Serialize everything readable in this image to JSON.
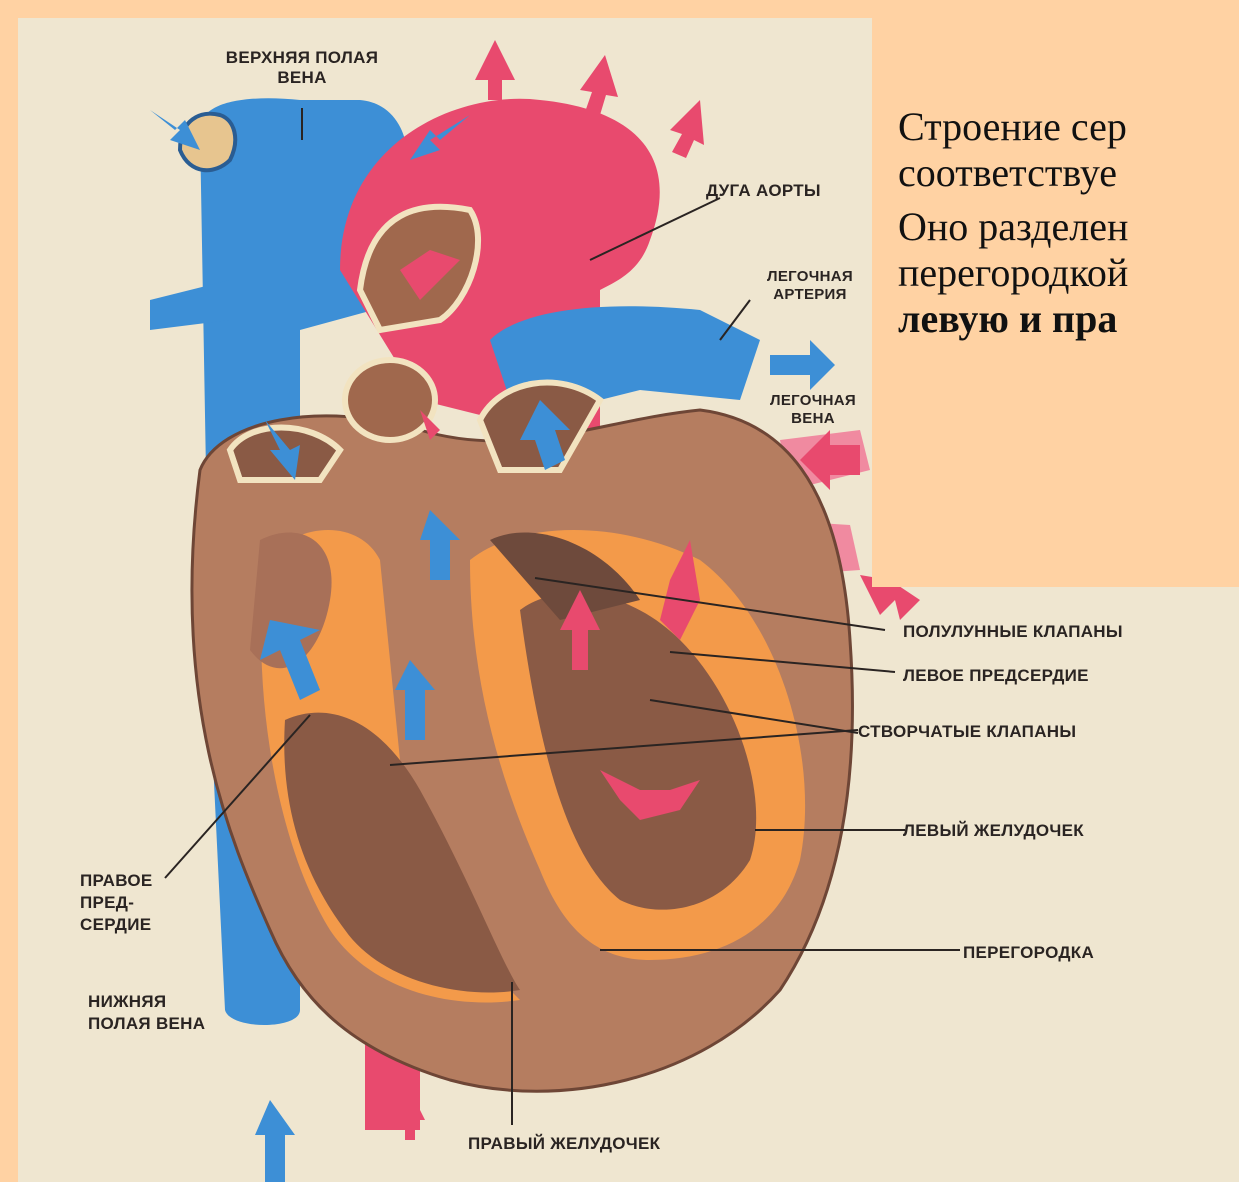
{
  "labels": {
    "svc": "ВЕРХНЯЯ ПОЛАЯ ВЕНА",
    "aortic_arch": "ДУГА АОРТЫ",
    "pulm_artery": "ЛЕГОЧНАЯ АРТЕРИЯ",
    "pulm_vein": "ЛЕГОЧНАЯ ВЕНА",
    "semilunar": "ПОЛУЛУННЫЕ КЛАПАНЫ",
    "left_atrium": "ЛЕВОЕ ПРЕДСЕРДИЕ",
    "leaflet": "СТВОРЧАТЫЕ КЛАПАНЫ",
    "left_ventricle": "ЛЕВЫЙ ЖЕЛУДОЧЕК",
    "right_atrium": "ПРАВОЕ ПРЕД- СЕРДИЕ",
    "septum": "ПЕРЕГОРОДКА",
    "ivc": "НИЖНЯЯ ПОЛАЯ ВЕНА",
    "right_ventricle": "ПРАВЫЙ ЖЕЛУДОЧЕК"
  },
  "textbox": {
    "line1": "Строение сер",
    "line2": "соответствуе",
    "line3": "Оно разделен",
    "line4": "перегородкой",
    "line5": "левую и пра"
  },
  "colors": {
    "slide_background": "#ffd2a3",
    "paper": "#efe6d0",
    "venous_blue": "#3d8fd6",
    "arterial_red": "#e84a6e",
    "muscle": "#b57d60",
    "endocardium": "#f39a4a"
  }
}
